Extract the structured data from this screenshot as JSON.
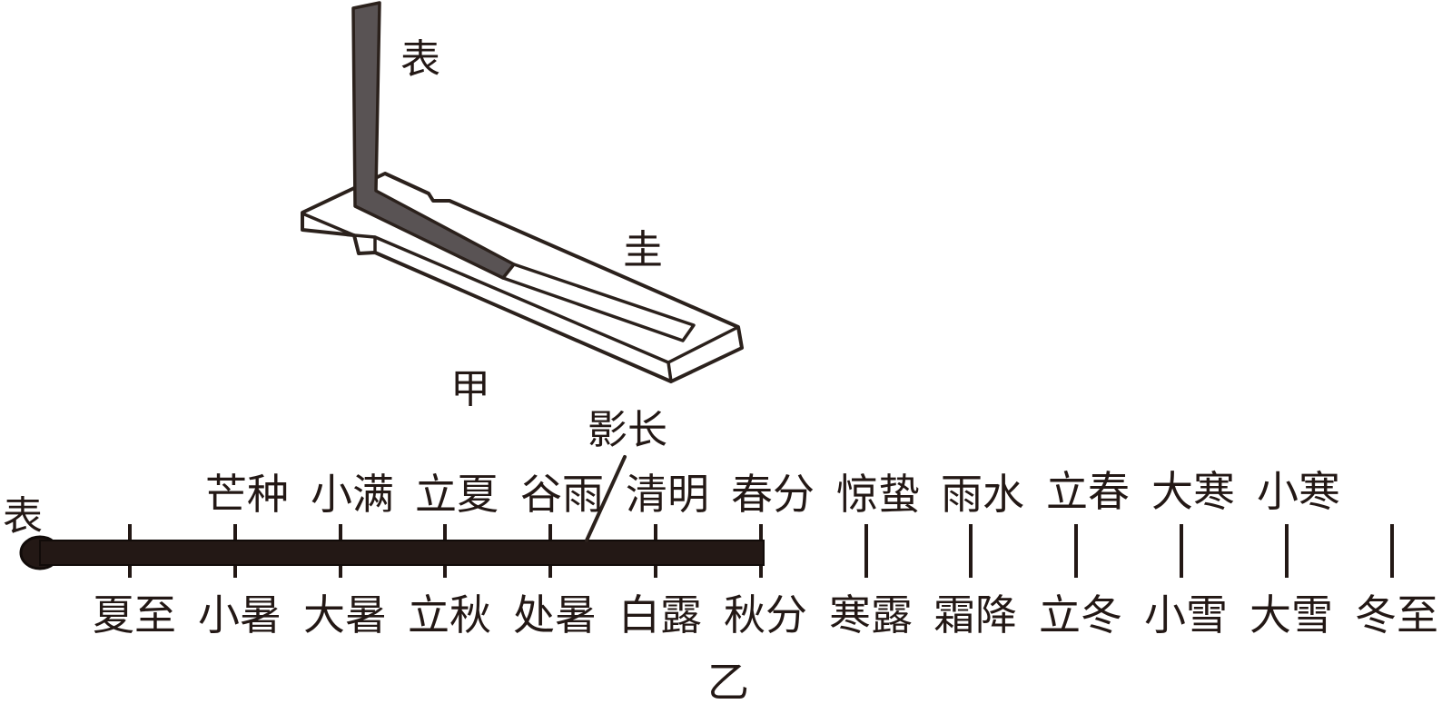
{
  "figure_jia": {
    "caption": "甲",
    "gnomon_label": "表",
    "gui_label": "圭"
  },
  "figure_yi": {
    "caption": "乙",
    "gnomon_label": "表",
    "shadow_length_label": "影长",
    "terms_above": [
      "芒种",
      "小满",
      "立夏",
      "谷雨",
      "清明",
      "春分",
      "惊蛰",
      "雨水",
      "立春",
      "大寒",
      "小寒"
    ],
    "terms_below": [
      "夏至",
      "小暑",
      "大暑",
      "立秋",
      "处暑",
      "白露",
      "秋分",
      "寒露",
      "霜降",
      "立冬",
      "小雪",
      "大雪",
      "冬至"
    ]
  },
  "colors": {
    "outline": "#2b211c",
    "bar_fill": "#231815",
    "pole_fill": "#595354",
    "background": "#ffffff"
  }
}
